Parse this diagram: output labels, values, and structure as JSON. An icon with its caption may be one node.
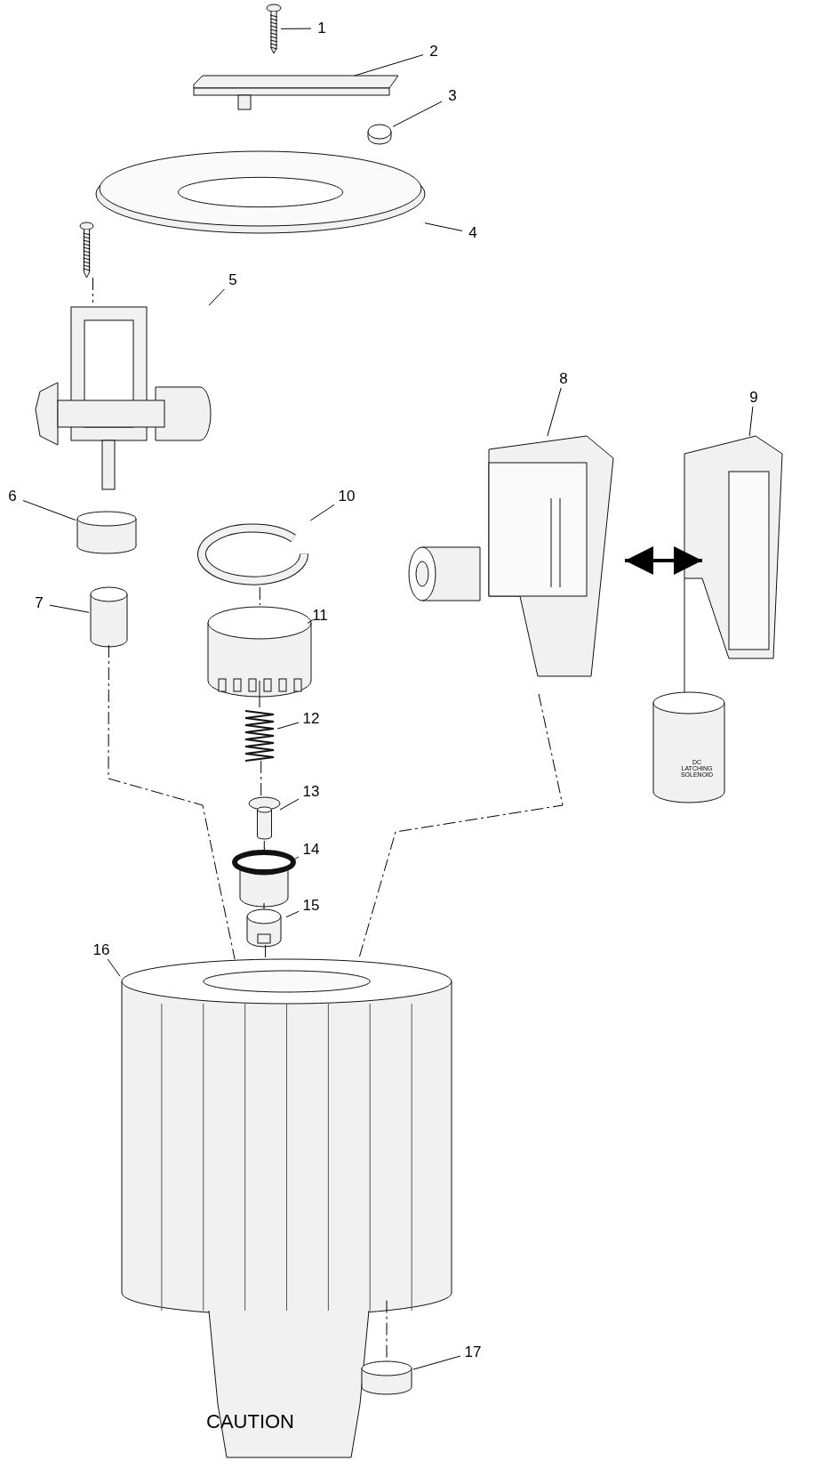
{
  "diagram": {
    "nodes": [
      {
        "text": [
          "1"
        ]
      },
      {
        "text": [
          "2"
        ]
      },
      {
        "text": [
          "3"
        ]
      },
      {
        "text": [
          "4"
        ]
      },
      {
        "text": [
          "5"
        ]
      },
      {
        "text": [
          "6"
        ]
      },
      {
        "text": [
          "7"
        ]
      },
      {
        "text": [
          "8"
        ]
      },
      {
        "text": [
          "9"
        ]
      },
      {
        "text": [
          "10"
        ]
      },
      {
        "text": [
          "11"
        ]
      },
      {
        "text": [
          "12"
        ]
      },
      {
        "text": [
          "13"
        ]
      },
      {
        "text": [
          "14"
        ]
      },
      {
        "text": [
          "15"
        ]
      },
      {
        "text": [
          "16"
        ]
      },
      {
        "text": [
          "17"
        ]
      },
      {
        "text": [],
        "shape": "picture"
      },
      {
        "text": [],
        "shape": "picture"
      },
      {
        "text": [],
        "shape": "cylinder"
      },
      {
        "text": [],
        "shape": "picture"
      },
      {
        "text": [],
        "shape": "picture"
      },
      {
        "text": [],
        "shape": "cylinder"
      },
      {
        "text": [],
        "shape": "cylinder"
      },
      {
        "text": [],
        "shape": "picture"
      },
      {
        "text": [],
        "shape": "picture"
      },
      {
        "text": [],
        "shape": "picture"
      },
      {
        "text": [],
        "shape": "picture"
      },
      {
        "text": [],
        "shape": "picture"
      },
      {
        "text": [],
        "shape": "picture"
      },
      {
        "text": [],
        "shape": "picture"
      },
      {
        "text": [],
        "shape": "picture"
      },
      {
        "text": [],
        "shape": "picture"
      },
      {
        "text": [],
        "shape": "cylinder"
      },
      {
        "text": [],
        "shape": "picture"
      }
    ],
    "edges": [
      {
        "from": 0,
        "to": 17,
        "arrow": "none"
      },
      {
        "from": 1,
        "to": 18,
        "arrow": "none"
      },
      {
        "from": 2,
        "to": 19,
        "arrow": "none"
      },
      {
        "from": 3,
        "to": 20,
        "arrow": "none"
      },
      {
        "from": 4,
        "to": 21,
        "arrow": "none"
      },
      {
        "from": 5,
        "to": 22,
        "arrow": "none"
      },
      {
        "from": 6,
        "to": 23,
        "arrow": "none"
      },
      {
        "from": 7,
        "to": 24,
        "arrow": "none"
      },
      {
        "from": 8,
        "to": 25,
        "arrow": "none"
      },
      {
        "from": 9,
        "to": 26,
        "arrow": "none"
      },
      {
        "from": 10,
        "to": 27,
        "arrow": "none"
      },
      {
        "from": 11,
        "to": 28,
        "arrow": "none"
      },
      {
        "from": 12,
        "to": 29,
        "arrow": "none"
      },
      {
        "from": 13,
        "to": 30,
        "arrow": "none"
      },
      {
        "from": 14,
        "to": 31,
        "arrow": "none"
      },
      {
        "from": 15,
        "to": 32,
        "arrow": "none"
      },
      {
        "from": 16,
        "to": 33,
        "arrow": "none"
      },
      {
        "from": 24,
        "to": 25,
        "arrow": "both",
        "style": "thick"
      },
      {
        "from": 34,
        "to": 21,
        "arrow": "none",
        "style": "dashed"
      },
      {
        "from": 23,
        "to": 32,
        "arrow": "none",
        "style": "dashed"
      },
      {
        "from": 24,
        "to": 32,
        "arrow": "none",
        "style": "dashed"
      },
      {
        "from": 26,
        "to": 27,
        "arrow": "none",
        "style": "dashed"
      },
      {
        "from": 27,
        "to": 28,
        "arrow": "none",
        "style": "dashed"
      },
      {
        "from": 28,
        "to": 29,
        "arrow": "none",
        "style": "dashed"
      },
      {
        "from": 29,
        "to": 30,
        "arrow": "none",
        "style": "dashed"
      },
      {
        "from": 30,
        "to": 31,
        "arrow": "none",
        "style": "dashed"
      },
      {
        "from": 31,
        "to": 32,
        "arrow": "none",
        "style": "dashed"
      },
      {
        "from": 32,
        "to": 33,
        "arrow": "none",
        "style": "dashed"
      }
    ],
    "labels": [
      "DC LATCHING SOLENOID",
      "CAUTION"
    ]
  }
}
